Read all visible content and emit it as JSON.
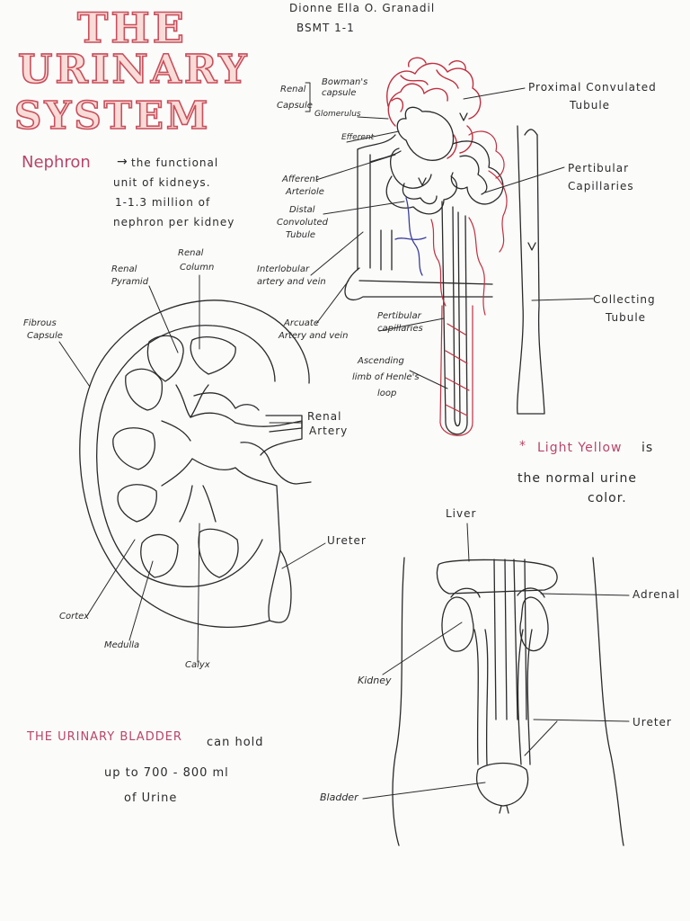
{
  "author": {
    "name": "Dionne Ella O. Granadil",
    "section": "BSMT 1-1"
  },
  "title": {
    "line1": "THE",
    "line2": "URINARY",
    "line3": "SYSTEM"
  },
  "nephron_note": {
    "term": "Nephron",
    "arrow": "→",
    "line1": "the functional",
    "line2": "unit of kidneys.",
    "line3": "1-1.3  million of",
    "line4": "nephron  per kidney"
  },
  "nephron_labels": {
    "renal_capsule_1": "Renal",
    "renal_capsule_2": "Capsule",
    "bowmans_1": "Bowman's",
    "bowmans_2": "capsule",
    "glomerulus": "Glomerulus",
    "efferent": "Efferent",
    "afferent_1": "Afferent",
    "afferent_2": "Arteriole",
    "distal_1": "Distal",
    "distal_2": "Convoluted",
    "distal_3": "Tubule",
    "interlobular_1": "Interlobular",
    "interlobular_2": "artery and vein",
    "arcuate_1": "Arcuate",
    "arcuate_2": "Artery and vein",
    "peritubular_low_1": "Pertibular",
    "peritubular_low_2": "capillaries",
    "ascending_1": "Ascending",
    "ascending_2": "limb of Henle's",
    "ascending_3": "loop",
    "proximal_1": "Proximal Convulated",
    "proximal_2": "Tubule",
    "peritubular_1": "Pertibular",
    "peritubular_2": "Capillaries",
    "collecting_1": "Collecting",
    "collecting_2": "Tubule"
  },
  "kidney_labels": {
    "renal_pyramid_1": "Renal",
    "renal_pyramid_2": "Pyramid",
    "renal_column_1": "Renal",
    "renal_column_2": "Column",
    "fibrous_1": "Fibrous",
    "fibrous_2": "Capsule",
    "renal_artery_1": "Renal",
    "renal_artery_2": "Artery",
    "ureter": "Ureter",
    "cortex": "Cortex",
    "medulla": "Medulla",
    "calyx": "Calyx"
  },
  "urine_note": {
    "star": "*",
    "color": "Light Yellow",
    "line1": "is",
    "line2": "the normal urine",
    "line3": "color."
  },
  "system_labels": {
    "liver": "Liver",
    "adrenal": "Adrenal",
    "kidney": "Kidney",
    "ureter": "Ureter",
    "bladder": "Bladder"
  },
  "bladder_note": {
    "term": "THE URINARY BLADDER",
    "line1": "can hold",
    "line2": "up to  700 - 800  ml",
    "line3": "of Urine"
  },
  "colors": {
    "ink": "#2a2a2a",
    "accent": "#b8456a",
    "title_fill": "#f9dcd8",
    "title_stroke": "#c94f5b",
    "vessel_red": "#c0303f",
    "vessel_blue": "#3a3f9a"
  }
}
